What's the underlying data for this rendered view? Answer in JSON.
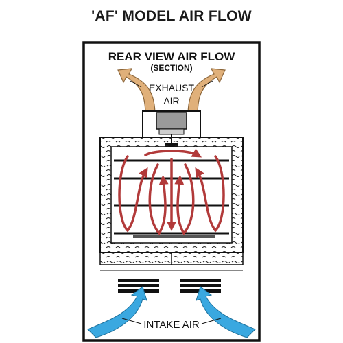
{
  "title": "'AF' MODEL AIR FLOW",
  "diagram": {
    "heading": "REAR VIEW AIR FLOW",
    "subheading": "(SECTION)",
    "exhaust_label_line1": "EXHAUST",
    "exhaust_label_line2": "AIR",
    "intake_label": "INTAKE AIR"
  },
  "colors": {
    "exhaust": "#E0B07A",
    "intake": "#3AA8E0",
    "airflow": "#B23A3A",
    "outline": "#111111"
  },
  "icons": [
    "exhaust-arrow-icon",
    "intake-arrow-icon",
    "fan-motor-icon",
    "airflow-arrow-icon"
  ]
}
